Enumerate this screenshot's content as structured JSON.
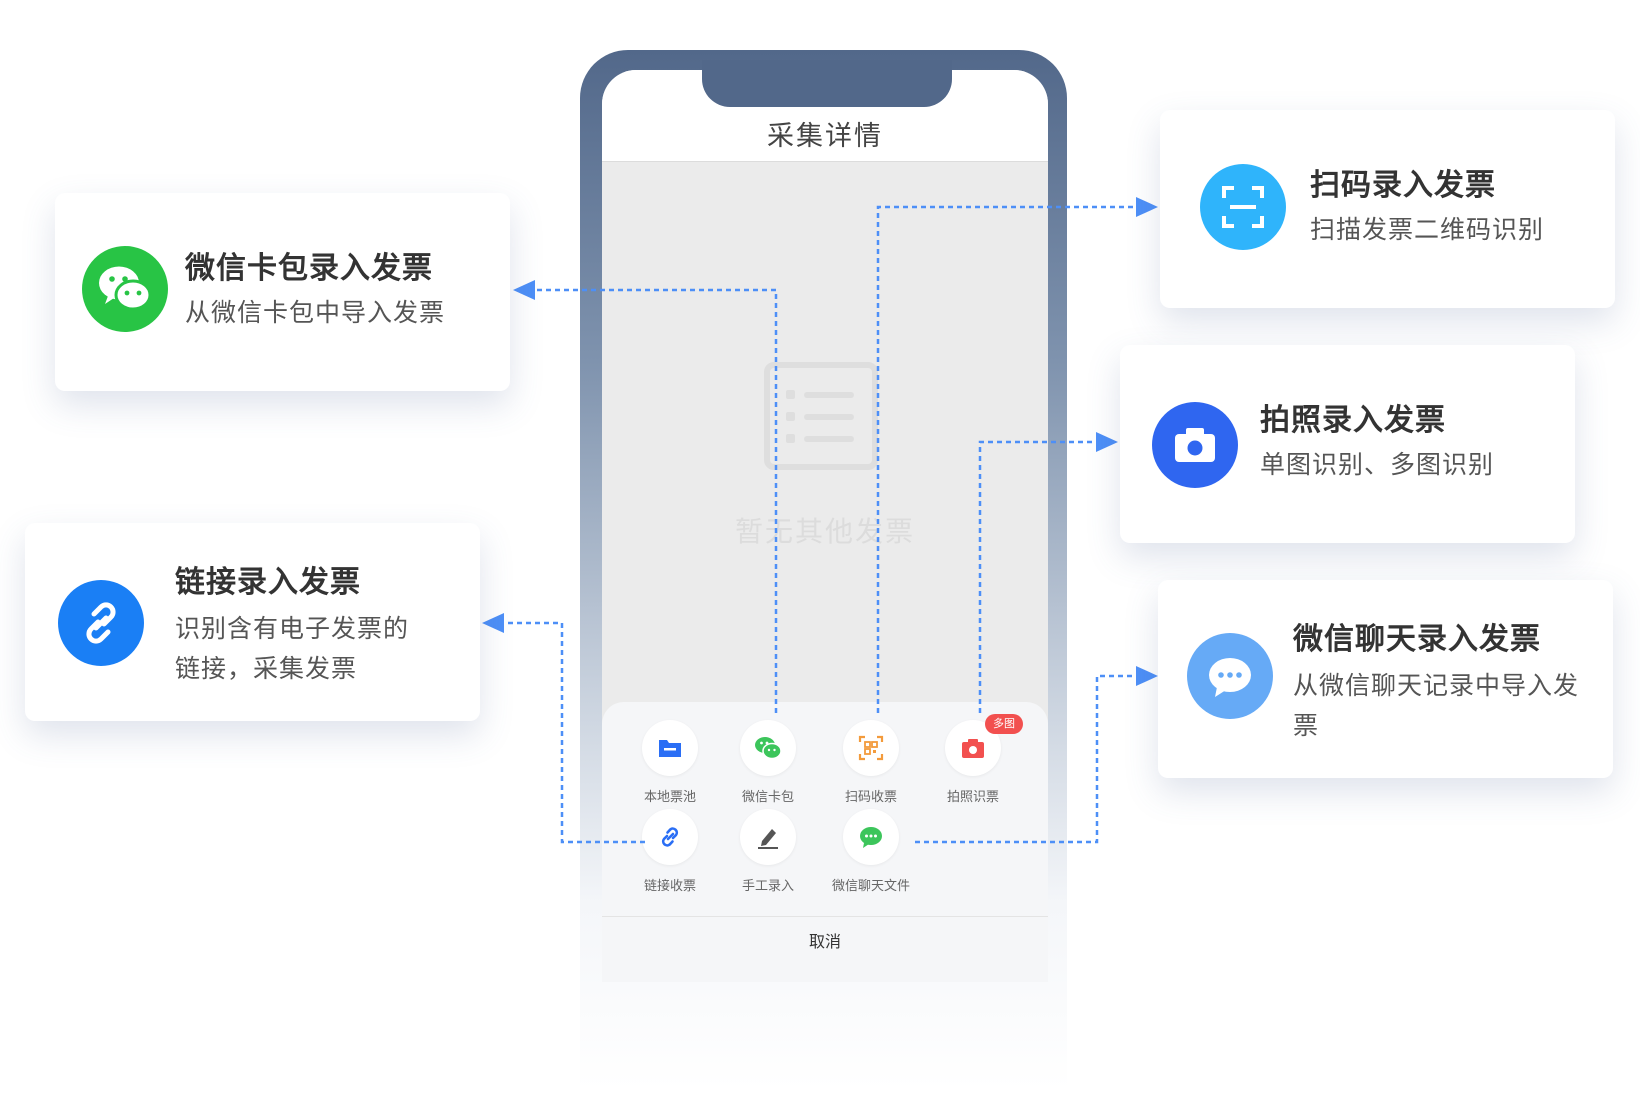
{
  "screen": {
    "title": "采集详情",
    "empty_text": "暂无其他发票",
    "options": [
      {
        "label": "本地票池",
        "icon": "folder-icon"
      },
      {
        "label": "微信卡包",
        "icon": "wechat-icon"
      },
      {
        "label": "扫码收票",
        "icon": "qrcode-icon"
      },
      {
        "label": "拍照识票",
        "icon": "camera-icon",
        "badge": "多图"
      },
      {
        "label": "链接收票",
        "icon": "link-icon"
      },
      {
        "label": "手工录入",
        "icon": "pen-icon"
      },
      {
        "label": "微信聊天文件",
        "icon": "chat-icon"
      }
    ],
    "cancel_label": "取消"
  },
  "cards": {
    "wechat_wallet": {
      "title": "微信卡包录入发票",
      "desc": "从微信卡包中导入发票",
      "icon": "wechat-icon",
      "color": "#28c445"
    },
    "link": {
      "title": "链接录入发票",
      "desc": "识别含有电子发票的链接，采集发票",
      "icon": "link-icon",
      "color": "#1a7ff5"
    },
    "scan": {
      "title": "扫码录入发票",
      "desc": "扫描发票二维码识别",
      "icon": "scan-icon",
      "color": "#2fb4fb"
    },
    "photo": {
      "title": "拍照录入发票",
      "desc": "单图识别、多图识别",
      "icon": "camera-icon",
      "color": "#2f66f0"
    },
    "wechat_chat": {
      "title": "微信聊天录入发票",
      "desc": "从微信聊天记录中导入发票",
      "icon": "chat-icon",
      "color": "#66aaf6"
    }
  },
  "colors": {
    "connector": "#4d8ff7",
    "phone_frame": "#52688a",
    "badge": "#f2504f"
  }
}
